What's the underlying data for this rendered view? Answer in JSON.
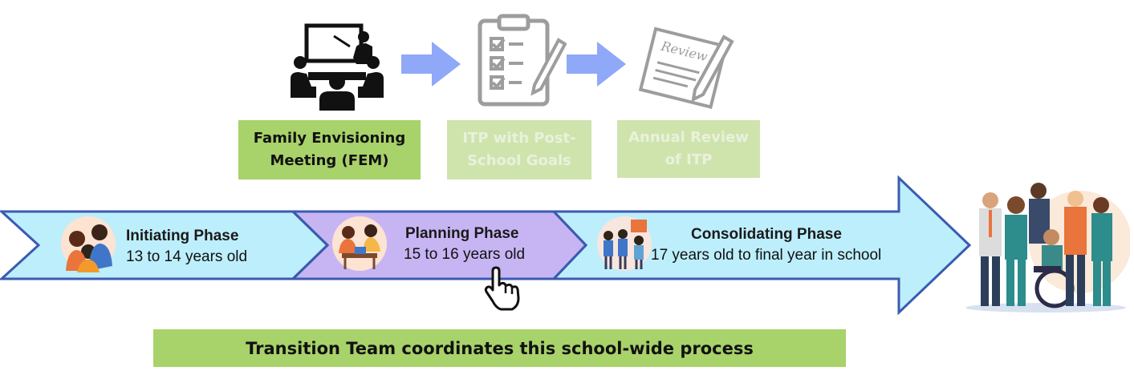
{
  "steps": [
    {
      "line1": "Family Envisioning",
      "line2": "Meeting (FEM)",
      "state": "active"
    },
    {
      "line1": "ITP with Post-",
      "line2": "School Goals",
      "state": "faded"
    },
    {
      "line1": "Annual Review",
      "line2": "of ITP",
      "state": "faded"
    }
  ],
  "review_stamp": "Review",
  "phases": [
    {
      "title": "Initiating Phase",
      "age": "13 to 14 years old"
    },
    {
      "title": "Planning Phase",
      "age": "15 to 16 years old",
      "highlighted": true
    },
    {
      "title": "Consolidating Phase",
      "age": "17 years old to final year in school"
    }
  ],
  "footer": "Transition Team coordinates this school-wide process",
  "colors": {
    "arrow_fill": "#bdeefb",
    "arrow_stroke": "#3b5bb0",
    "highlight_fill": "#c7b5f3",
    "step_active": "#a8d26a",
    "step_faded": "#cfe4ad",
    "connector_arrow": "#8fa8f7"
  },
  "icons": {
    "meeting": "meeting-presentation-icon",
    "checklist": "clipboard-checklist-icon",
    "review": "review-document-icon",
    "cursor": "hand-pointer-icon"
  }
}
